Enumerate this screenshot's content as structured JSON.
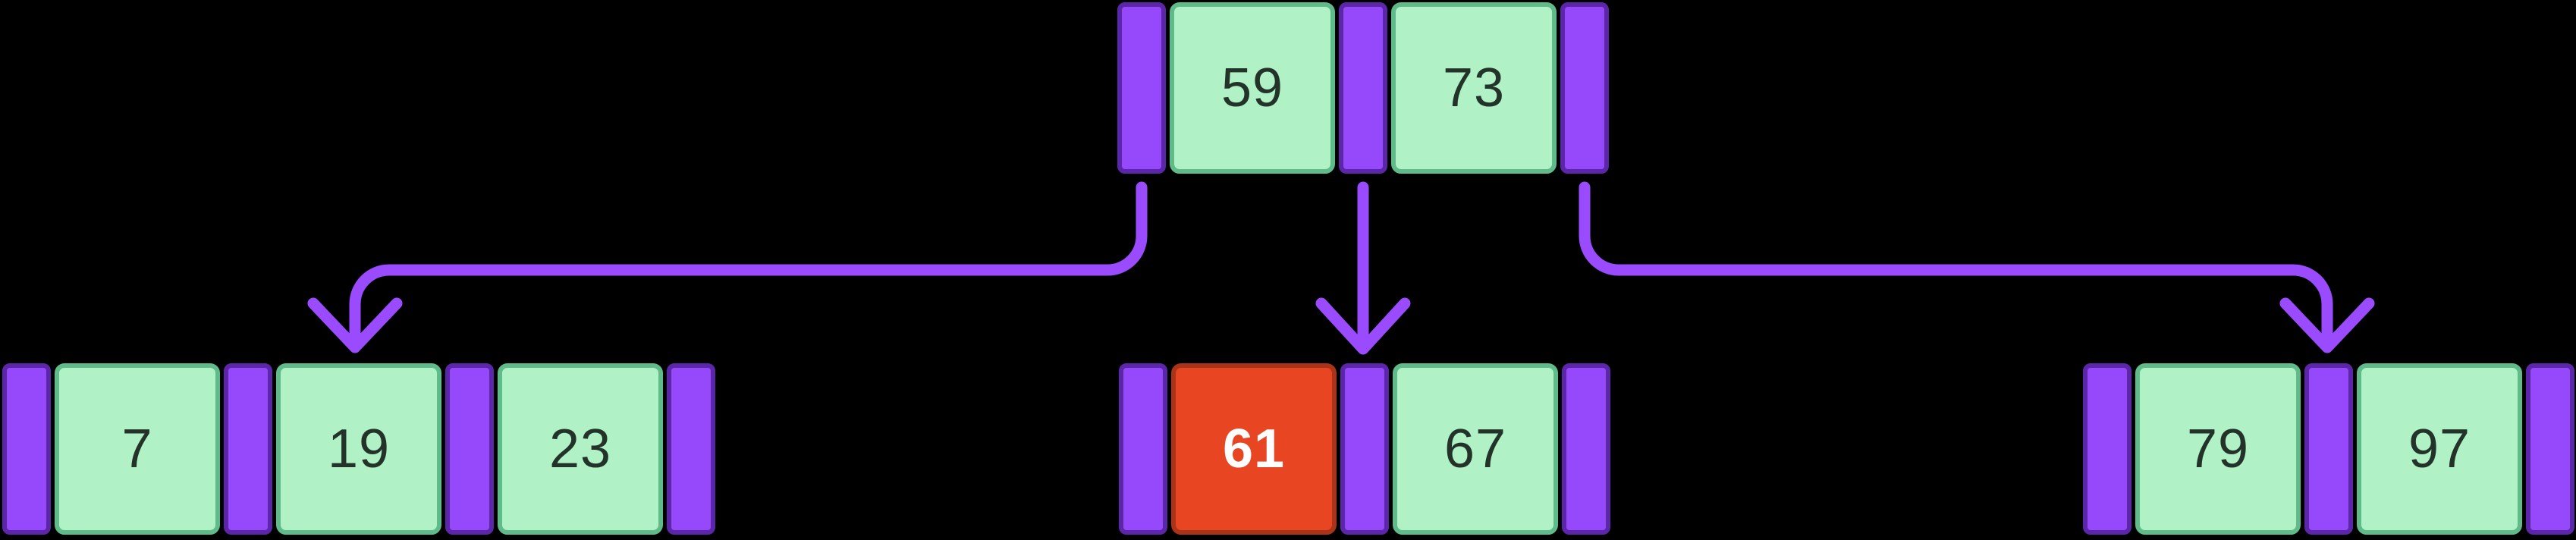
{
  "colors": {
    "background": "#000000",
    "arrow": "#9a4bfe",
    "slot_fill": "#9549fb",
    "slot_border": "#5b27a8",
    "cell_fill": "#b0f2c6",
    "cell_border": "#5fbc8a",
    "cell_text": "#243329",
    "highlight_fill": "#e84522",
    "highlight_border": "#a93419",
    "highlight_text": "#ffffff"
  },
  "nodes": {
    "root": {
      "keys": [
        "59",
        "73"
      ]
    },
    "children": [
      {
        "keys": [
          "7",
          "19",
          "23"
        ]
      },
      {
        "keys": [
          "61",
          "67"
        ],
        "highlighted_key": "61"
      },
      {
        "keys": [
          "79",
          "97"
        ]
      }
    ]
  },
  "arrows": [
    {
      "name": "root-to-left-child"
    },
    {
      "name": "root-to-middle-child"
    },
    {
      "name": "root-to-right-child"
    }
  ]
}
